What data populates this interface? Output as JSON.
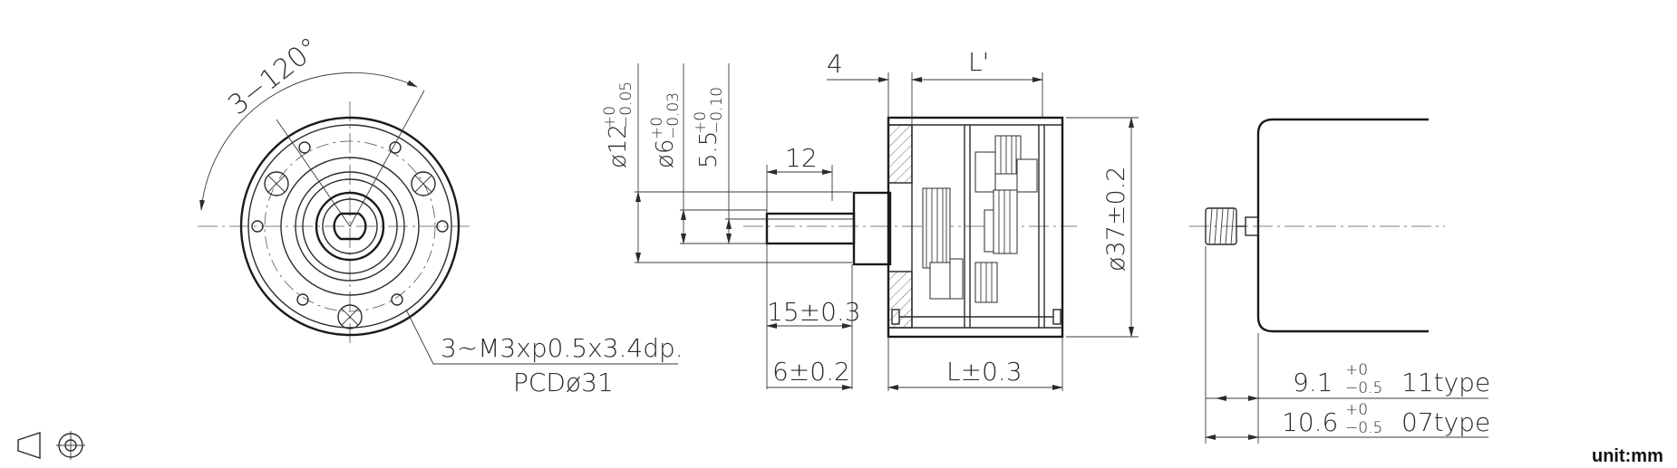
{
  "front_view": {
    "angle_label": "3−120°",
    "thread_label": "3~M3xp0.5x3.4dp.",
    "pcd_label": "PCDø31"
  },
  "side_view": {
    "dia12": {
      "main": "ø12",
      "upper": "+0",
      "lower": "−0.05"
    },
    "dia6": {
      "main": "ø6",
      "upper": "+0",
      "lower": "−0.03"
    },
    "flat55": {
      "main": "5.5",
      "upper": "+0",
      "lower": "−0.10"
    },
    "dim_12": "12",
    "dim_4": "4",
    "dim_lprime": "L'",
    "dim_15": "15±0.3",
    "dim_6": "6±0.2",
    "dim_l": "L±0.3",
    "dim_37": "ø37±0.2"
  },
  "motor_view": {
    "row1": {
      "value": "9.1",
      "upper": "+0",
      "lower": "−0.5",
      "type": "11type"
    },
    "row2": {
      "value": "10.6",
      "upper": "+0",
      "lower": "−0.5",
      "type": "07type"
    }
  },
  "footer": {
    "unit": "unit:mm"
  },
  "icons": {
    "projection_frustum": "third-angle-frustum-icon",
    "projection_circles": "third-angle-circles-icon"
  }
}
